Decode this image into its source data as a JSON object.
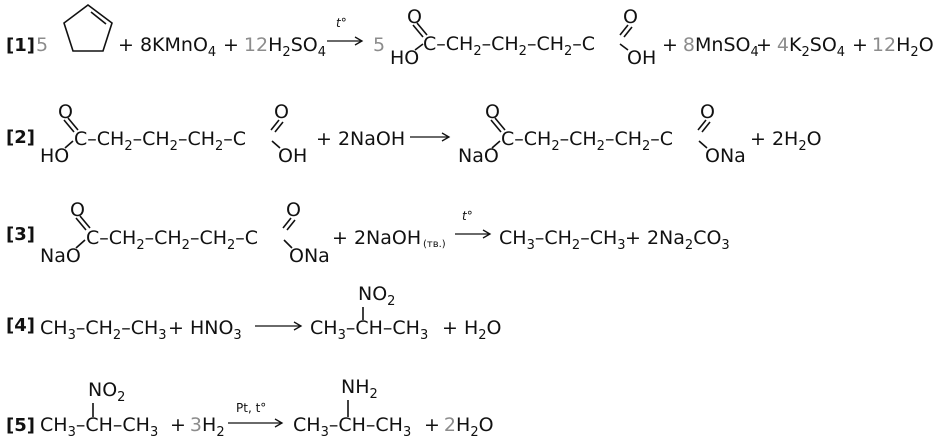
{
  "reactions": [
    {
      "number": "[1]",
      "reactant_coef_1": "5",
      "reactant_2": "+ 8KMnO",
      "reactant_2_sub": "4",
      "reactant_3_plus": "+",
      "reactant_3_coef": "12",
      "reactant_3": "H",
      "reactant_3_sub": "2",
      "reactant_3_tail": "SO",
      "reactant_3_tail_sub": "4",
      "condition": "t°",
      "product_coef_1": "5",
      "product_chain": "C–CH–CH–CH–C",
      "product_ho_left": "HO",
      "product_oh_right": "OH",
      "product_o": "O",
      "product_2_plus": "+",
      "product_2_coef": "8",
      "product_2": "MnSO",
      "product_2_sub": "4",
      "product_3_plus": "+",
      "product_3_coef": "4",
      "product_3": "K",
      "product_3_sub": "2",
      "product_3_tail": "SO",
      "product_3_tail_sub": "4",
      "product_4_plus": "+",
      "product_4_coef": "12",
      "product_4": "H",
      "product_4_sub": "2",
      "product_4_tail": "O"
    },
    {
      "number": "[2]",
      "reactant_ho_left": "HO",
      "reactant_oh_right": "OH",
      "reactant_2": "+ 2NaOH",
      "product_nao_left": "NaO",
      "product_ona_right": "ONa",
      "product_2": "+ 2H",
      "product_2_sub": "2",
      "product_2_tail": "O"
    },
    {
      "number": "[3]",
      "reactant_nao_left": "NaO",
      "reactant_ona_right": "ONa",
      "reactant_2": "+ 2NaOH",
      "reactant_2_note": "(тв.)",
      "condition": "t°",
      "product_1": "CH",
      "product_1_sub": "3",
      "product_1_mid": "–CH",
      "product_1_mid_sub": "2",
      "product_1_end": "–CH",
      "product_1_end_sub": "3",
      "product_2": "+ 2Na",
      "product_2_sub": "2",
      "product_2_tail": "CO",
      "product_2_tail_sub": "3"
    },
    {
      "number": "[4]",
      "reactant_1": "CH",
      "reactant_1_sub": "3",
      "reactant_1_mid": "–CH",
      "reactant_1_mid_sub": "2",
      "reactant_1_end": "–CH",
      "reactant_1_end_sub": "3",
      "reactant_2": "+ HNO",
      "reactant_2_sub": "3",
      "product_1": "CH",
      "product_1_sub": "3",
      "product_1_mid": "–CH–CH",
      "product_1_end_sub": "3",
      "product_group": "NO",
      "product_group_sub": "2",
      "product_2": "+ H",
      "product_2_sub": "2",
      "product_2_tail": "O"
    },
    {
      "number": "[5]",
      "reactant_group": "NO",
      "reactant_group_sub": "2",
      "reactant_1": "CH",
      "reactant_1_sub": "3",
      "reactant_1_mid": "–CH–CH",
      "reactant_1_end_sub": "3",
      "reactant_2_plus": "+",
      "reactant_2_coef": "3",
      "reactant_2": "H",
      "reactant_2_sub": "2",
      "condition": "Pt, t°",
      "product_group": "NH",
      "product_group_sub": "2",
      "product_1": "CH",
      "product_1_sub": "3",
      "product_1_mid": "–CH–CH",
      "product_1_end_sub": "3",
      "product_2_plus": "+",
      "product_2_coef": "2",
      "product_2": "H",
      "product_2_sub": "2",
      "product_2_tail": "O"
    }
  ],
  "chain_sub": "2",
  "carbonyl_o": "O",
  "colors": {
    "coefficient_highlight": "#8c8c8c",
    "text": "#111111"
  }
}
